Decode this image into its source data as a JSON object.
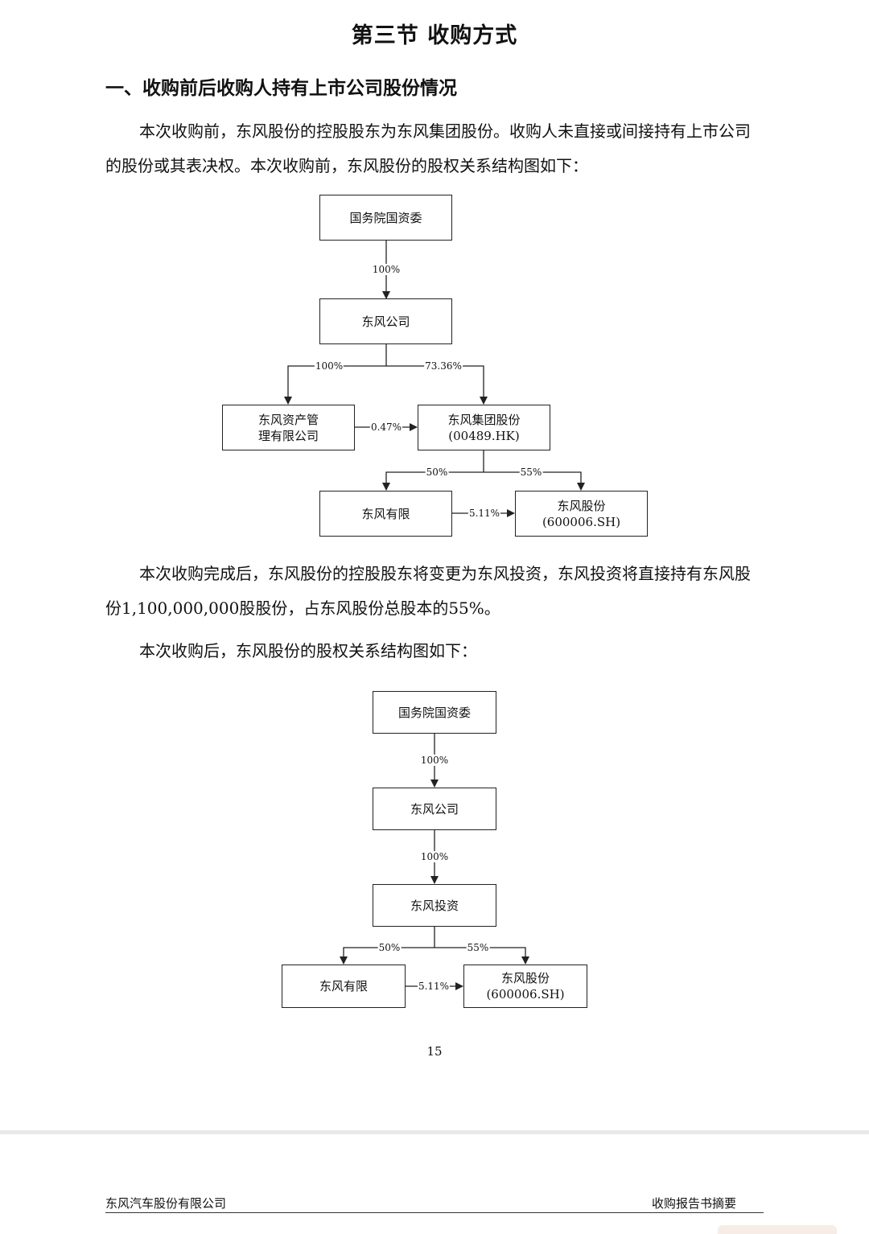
{
  "section_title": "第三节 收购方式",
  "subsection_title": "一、收购前后收购人持有上市公司股份情况",
  "paragraphs": {
    "p1": "本次收购前，东风股份的控股股东为东风集团股份。收购人未直接或间接持有上市公司的股份或其表决权。本次收购前，东风股份的股权关系结构图如下：",
    "p2": "本次收购完成后，东风股份的控股股东将变更为东风投资，东风投资将直接持有东风股份1,100,000,000股股份，占东风股份总股本的55%。",
    "p3": "本次收购后，东风股份的股权关系结构图如下："
  },
  "diagram_before": {
    "nodes": {
      "sasac": "国务院国资委",
      "dongfeng_company": "东风公司",
      "asset_mgmt_line1": "东风资产管",
      "asset_mgmt_line2": "理有限公司",
      "group_line1": "东风集团股份",
      "group_line2": "(00489.HK)",
      "dongfeng_limited": "东风有限",
      "dfs_line1": "东风股份",
      "dfs_line2": "(600006.SH)"
    },
    "edges": {
      "sasac_to_company": "100%",
      "company_to_asset": "100%",
      "company_to_group": "73.36%",
      "asset_to_group": "0.47%",
      "group_to_limited": "50%",
      "group_to_dfs": "55%",
      "limited_to_dfs": "5.11%"
    }
  },
  "diagram_after": {
    "nodes": {
      "sasac": "国务院国资委",
      "dongfeng_company": "东风公司",
      "investment": "东风投资",
      "dongfeng_limited": "东风有限",
      "dfs_line1": "东风股份",
      "dfs_line2": "(600006.SH)"
    },
    "edges": {
      "sasac_to_company": "100%",
      "company_to_investment": "100%",
      "investment_to_limited": "50%",
      "investment_to_dfs": "55%",
      "limited_to_dfs": "5.11%"
    }
  },
  "page_number": "15",
  "footer": {
    "left": "东风汽车股份有限公司",
    "right": "收购报告书摘要"
  }
}
